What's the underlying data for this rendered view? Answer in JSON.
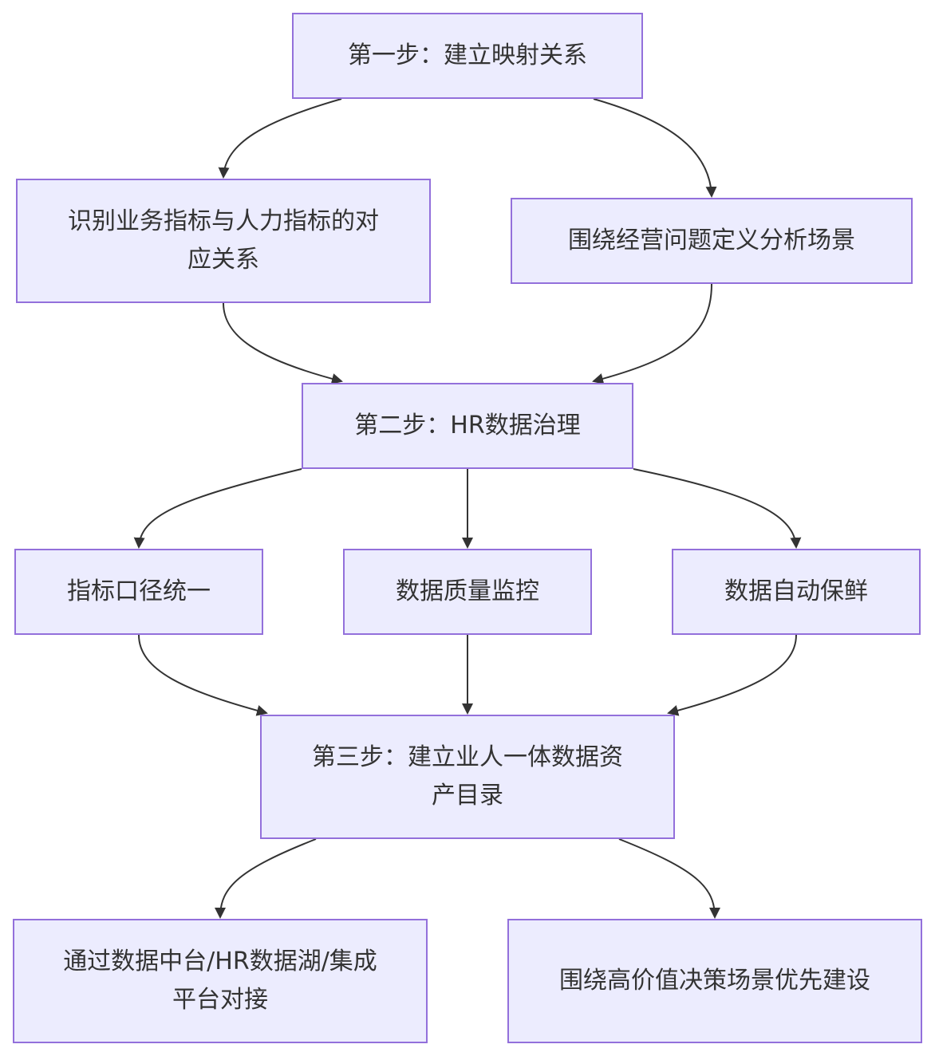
{
  "diagram": {
    "colors": {
      "node_fill": "#ececfe",
      "node_border": "#9370db",
      "text": "#333333",
      "edge": "#333333"
    },
    "nodes": {
      "step1": "第一步：建立映射关系",
      "identify": "识别业务指标与人力指标的对应关系",
      "scenario": "围绕经营问题定义分析场景",
      "step2": "第二步：HR数据治理",
      "unify": "指标口径统一",
      "quality": "数据质量监控",
      "fresh": "数据自动保鲜",
      "step3": "第三步：建立业人一体数据资产目录",
      "connect": "通过数据中台/HR数据湖/集成平台对接",
      "priority": "围绕高价值决策场景优先建设"
    },
    "edges": [
      {
        "from": "step1",
        "to": "identify"
      },
      {
        "from": "step1",
        "to": "scenario"
      },
      {
        "from": "identify",
        "to": "step2"
      },
      {
        "from": "scenario",
        "to": "step2"
      },
      {
        "from": "step2",
        "to": "unify"
      },
      {
        "from": "step2",
        "to": "quality"
      },
      {
        "from": "step2",
        "to": "fresh"
      },
      {
        "from": "unify",
        "to": "step3"
      },
      {
        "from": "quality",
        "to": "step3"
      },
      {
        "from": "fresh",
        "to": "step3"
      },
      {
        "from": "step3",
        "to": "connect"
      },
      {
        "from": "step3",
        "to": "priority"
      }
    ]
  }
}
